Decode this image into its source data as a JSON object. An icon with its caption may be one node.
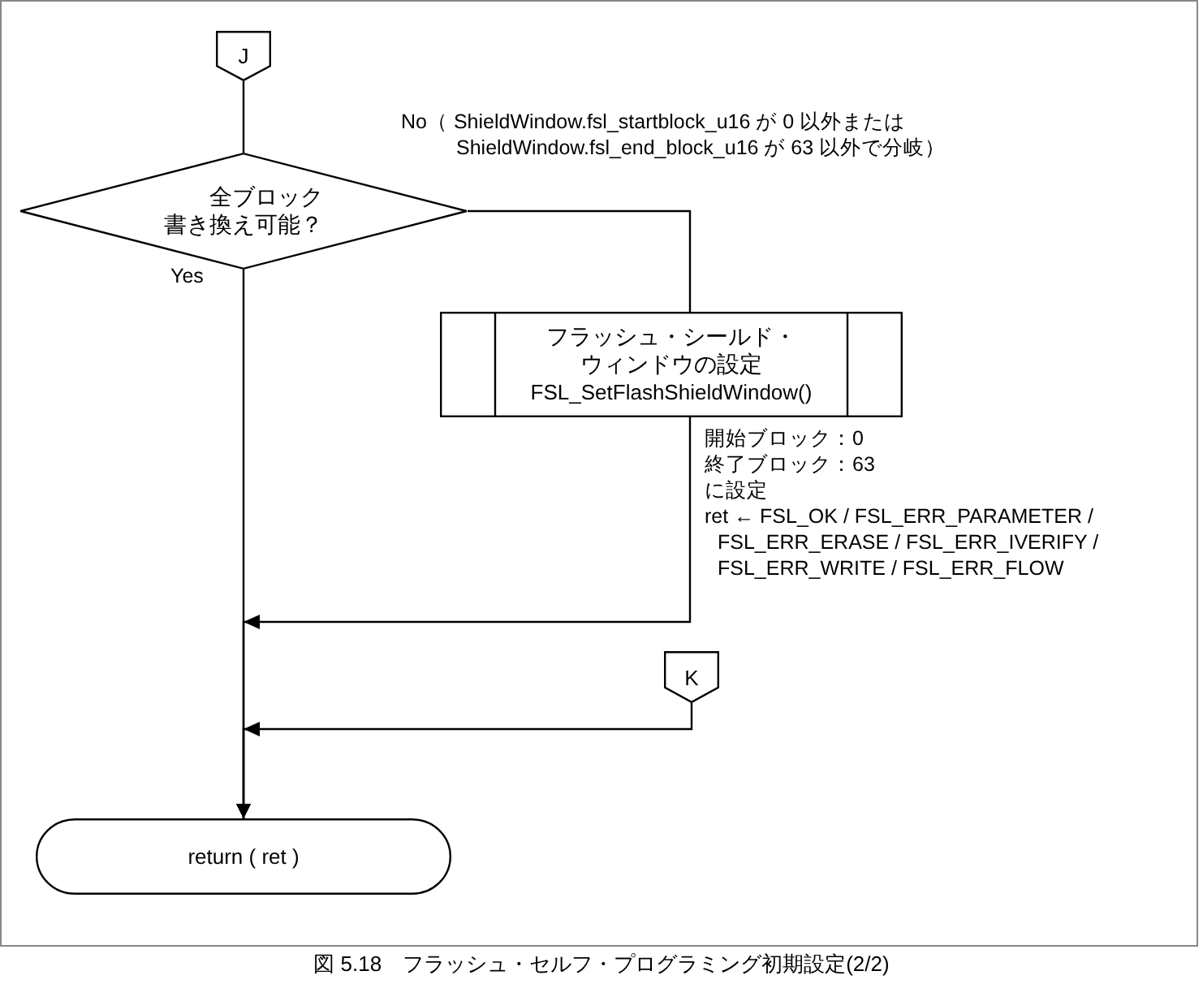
{
  "diagram": {
    "caption": "図 5.18　フラッシュ・セルフ・プログラミング初期設定(2/2)",
    "nodes": [
      {
        "text": [
          "J"
        ]
      },
      {
        "text": [
          "全ブロック書き換え可能？"
        ]
      },
      {
        "text": [
          "フラッシュ・シールド・ウィンドウの設定",
          "FSL_SetFlashShieldWindow()"
        ],
        "beside": [
          "開始ブロック：0",
          "終了ブロック：63",
          "に設定",
          "ret ← FSL_OK / FSL_ERR_PARAMETER / FSL_ERR_ERASE / FSL_ERR_IVERIFY / FSL_ERR_WRITE / FSL_ERR_FLOW"
        ]
      },
      {
        "text": [
          "K"
        ]
      },
      {
        "text": [
          "return ( ret )"
        ]
      }
    ],
    "edges": [
      {
        "from": 0,
        "to": 1,
        "arrow": "none"
      },
      {
        "from": 1,
        "to": 4,
        "arrow": "to",
        "label": "Yes"
      },
      {
        "from": 1,
        "to": 2,
        "arrow": "none",
        "label": "No（ ShieldWindow.fsl_startblock_u16 が 0 以外または ShieldWindow.fsl_end_block_u16 が 63 以外で分岐）"
      },
      {
        "from": 2,
        "to": 4,
        "arrow": "to"
      },
      {
        "from": 3,
        "to": 4,
        "arrow": "to"
      }
    ]
  }
}
